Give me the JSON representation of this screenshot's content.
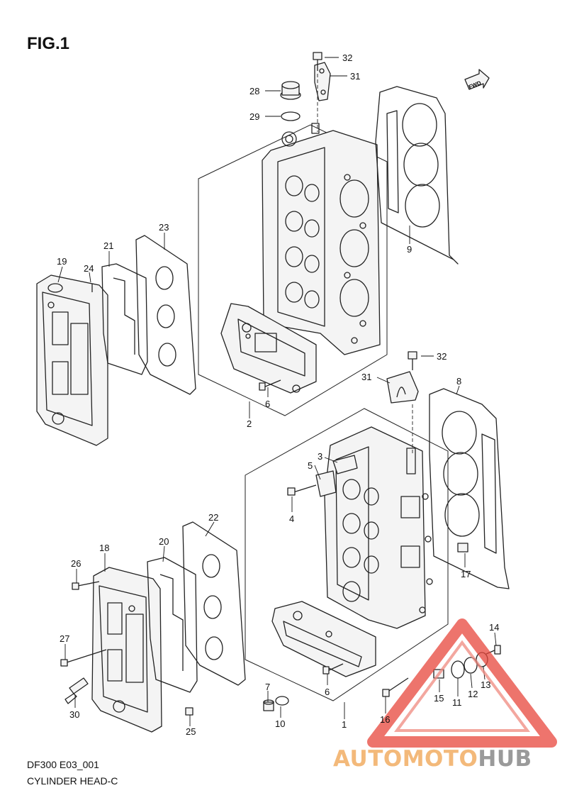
{
  "figure": {
    "title": "FIG.1"
  },
  "footer": {
    "model": "DF300 E03_001",
    "caption": "CYLINDER HEAD-C"
  },
  "fwd_label": "FWD",
  "watermark": {
    "part1": "AUTOMOTO",
    "part2": "HUB",
    "color_primary": "#e8463c",
    "color_text": "#f3b97a",
    "color_text2": "#9a9a9a"
  },
  "callouts": {
    "c1": "1",
    "c2": "2",
    "c3": "3",
    "c4": "4",
    "c5": "5",
    "c6a": "6",
    "c6b": "6",
    "c7": "7",
    "c8": "8",
    "c9": "9",
    "c10": "10",
    "c11": "11",
    "c12": "12",
    "c13": "13",
    "c14": "14",
    "c15": "15",
    "c16": "16",
    "c17": "17",
    "c18": "18",
    "c19": "19",
    "c20": "20",
    "c21": "21",
    "c22": "22",
    "c23": "23",
    "c24": "24",
    "c25": "25",
    "c26": "26",
    "c27": "27",
    "c28": "28",
    "c29": "29",
    "c30": "30",
    "c31a": "31",
    "c31b": "31",
    "c32a": "32",
    "c32b": "32"
  }
}
